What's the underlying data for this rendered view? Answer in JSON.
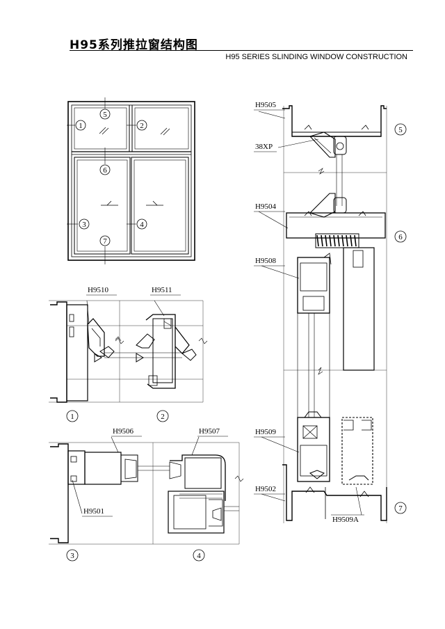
{
  "header": {
    "title_cn": "H95系列推拉窗结构图",
    "title_en": "H95 SERIES SLINDING WINDOW CONSTRUCTION"
  },
  "elevation": {
    "markers": [
      "1",
      "2",
      "3",
      "4",
      "5",
      "6",
      "7"
    ]
  },
  "profiles": {
    "h9510": "H9510",
    "h9511": "H9511",
    "h9506": "H9506",
    "h9507": "H9507",
    "h9501": "H9501",
    "h9505": "H9505",
    "xp38": "38XP",
    "h9504": "H9504",
    "h9508": "H9508",
    "h9509": "H9509",
    "h9502": "H9502",
    "h9509a": "H9509A"
  },
  "section_markers": {
    "s1": "1",
    "s2": "2",
    "s3": "3",
    "s4": "4",
    "s5": "5",
    "s6": "6",
    "s7": "7"
  }
}
